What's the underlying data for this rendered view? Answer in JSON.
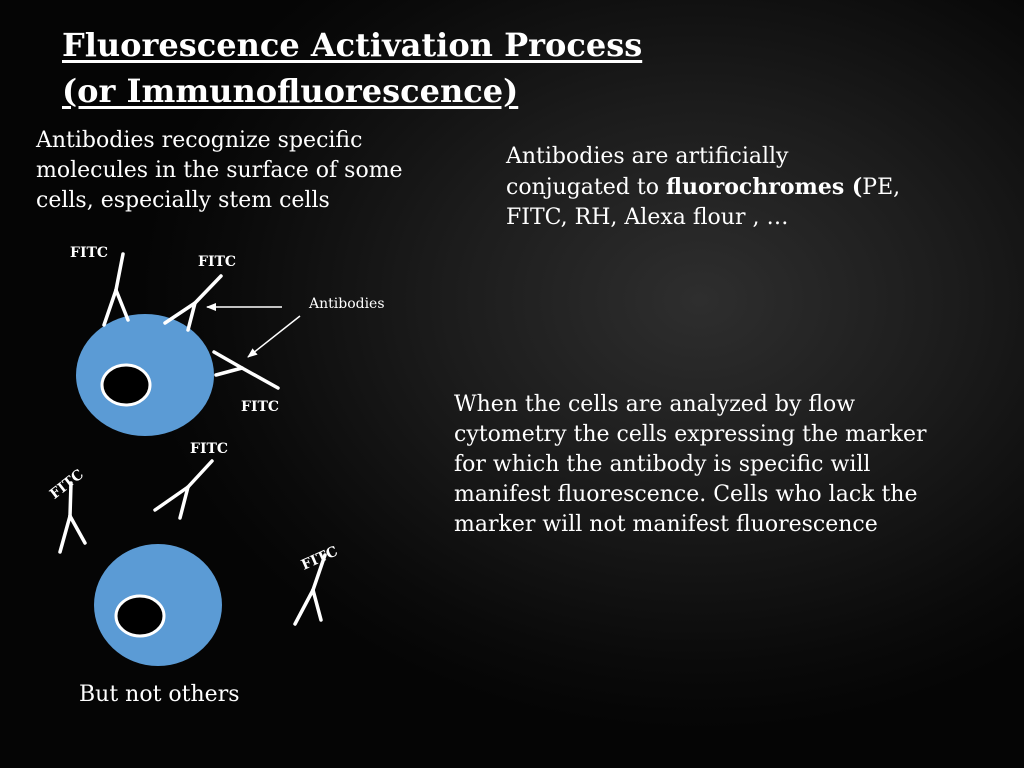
{
  "slide": {
    "title_line1": "Fluorescence Activation Process",
    "title_line2": "(or Immunofluorescence)",
    "para_recognize": "Antibodies recognize specific molecules in the surface of some cells, especially stem cells",
    "para_conjugated_before": "Antibodies are artificially conjugated to ",
    "para_conjugated_bold": "fluorochromes (",
    "para_conjugated_after": "PE, FITC, RH, Alexa flour , …",
    "para_flow": "When the cells are analyzed by flow cytometry the cells expressing the marker for which the antibody is specific will manifest fluorescence. Cells who lack the marker will not manifest fluorescence",
    "caption_others": "But not others"
  },
  "diagram": {
    "fluor_label": "FITC",
    "antibodies_label": "Antibodies",
    "cell_color": "#5b9bd5",
    "nucleus_color": "#000000",
    "line_color": "#ffffff"
  }
}
